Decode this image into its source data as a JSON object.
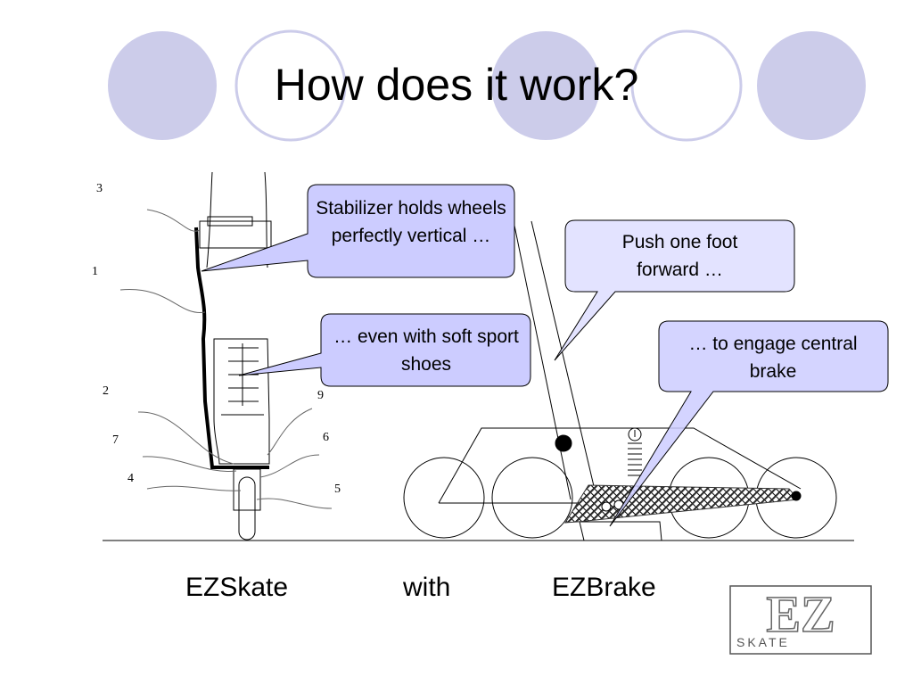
{
  "slide": {
    "title": "How does it work?",
    "colors": {
      "circle_fill": "#ccccea",
      "circle_stroke": "#ccccea",
      "callout_fill_dark": "#ccccff",
      "callout_fill_light": "#e3e3ff",
      "callout_stroke": "#000000"
    }
  },
  "callouts": {
    "stabilizer": "Stabilizer holds wheels perfectly vertical …",
    "soft_shoes": "… even with soft sport shoes",
    "push_foot": "Push one foot forward …",
    "engage_brake": "… to engage central brake"
  },
  "part_numbers": [
    "1",
    "2",
    "3",
    "4",
    "5",
    "6",
    "7",
    "9"
  ],
  "captions": {
    "left": "EZSkate",
    "middle": "with",
    "right": "EZBrake"
  },
  "logo": {
    "mark": "EZ",
    "subtext": "SKATE",
    "icon": "ezskate-logo"
  }
}
